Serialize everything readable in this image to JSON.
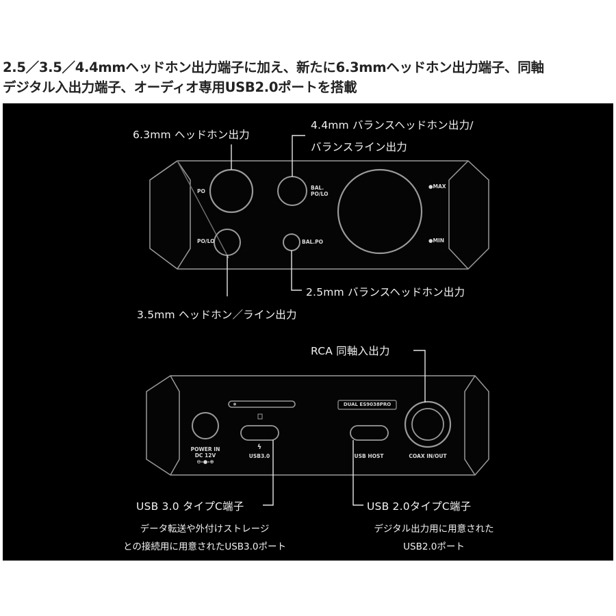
{
  "headline": {
    "line1": "2.5／3.5／4.4mmヘッドホン出力端子に加え、新たに6.3mmヘッドホン出力端子、同軸",
    "line2": "デジタル入出力端子、オーディオ専用USB2.0ポートを搭載"
  },
  "front": {
    "label_63": "6.3mm ヘッドホン出力",
    "label_44_line1": "4.4mm バランスヘッドホン出力/",
    "label_44_line2": "バランスライン出力",
    "label_25": "2.5mm バランスヘッドホン出力",
    "label_35": "3.5mm ヘッドホン／ライン出力",
    "device_po": "PO",
    "device_bal_po_lo_1": "BAL.",
    "device_bal_po_lo_2": "PO/LO",
    "device_po_lo": "PO/LO",
    "device_bal_po": "BAL.PO",
    "device_max": "●MAX",
    "device_min": "●MIN"
  },
  "rear": {
    "label_rca": "RCA 同軸入出力",
    "label_usb3": "USB 3.0 タイプC端子",
    "usb3_desc_line1": "データ転送や外付けストレージ",
    "usb3_desc_line2": "との接続用に用意されたUSB3.0ポート",
    "label_usb2": "USB 2.0タイプC端子",
    "usb2_desc_line1": "デジタル出力用に用意された",
    "usb2_desc_line2": "USB2.0ポート",
    "device_power_1": "POWER IN",
    "device_power_2": "DC 12V",
    "device_power_3": "⊖-●-⊕",
    "device_usb3": "USB3.0",
    "device_usbhost": "USB HOST",
    "device_coax": "COAX IN/OUT",
    "device_dual": "DUAL  ES9038PRO",
    "device_bolt": "ϟ"
  }
}
